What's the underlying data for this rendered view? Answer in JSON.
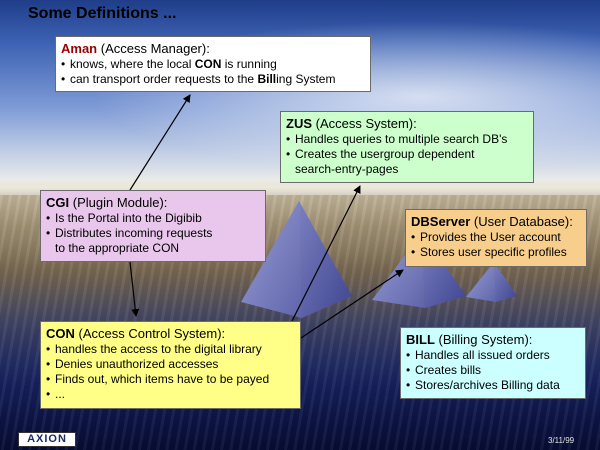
{
  "slide": {
    "title": "Some Definitions ...",
    "date": "3/11/99",
    "logo_text": "AXION"
  },
  "boxes": {
    "aman": {
      "name": "Aman",
      "desc": " (Access Manager):",
      "bullets": [
        [
          "knows, where the local ",
          "CON",
          " is running"
        ],
        [
          "can transport order requests to the ",
          "Bill",
          "ing System"
        ]
      ]
    },
    "zus": {
      "name": "ZUS",
      "desc": " (Access System):",
      "bullets": [
        "Handles queries to multiple search DB's",
        "Creates the usergroup dependent"
      ],
      "continuation": "search-entry-pages"
    },
    "cgi": {
      "name": "CGI",
      "desc": " (Plugin Module):",
      "bullets": [
        "Is the Portal into the Digibib",
        "Distributes incoming requests"
      ],
      "continuation": "to the appropriate CON"
    },
    "dbserver": {
      "name": "DBServer",
      "desc": " (User Database):",
      "bullets": [
        "Provides the User account",
        "Stores user specific profiles"
      ]
    },
    "con": {
      "name": "CON",
      "desc": " (Access Control System):",
      "bullets": [
        "handles the access to the digital library",
        "Denies unauthorized accesses",
        "Finds out, which items have to be payed",
        "..."
      ]
    },
    "bill": {
      "name": "BILL",
      "desc": " (Billing System):",
      "bullets": [
        "Handles all issued orders",
        "Creates bills",
        "Stores/archives Billing data"
      ]
    }
  },
  "colors": {
    "aman_name": "#990000",
    "zus_bg": "#ccffcc",
    "cgi_bg": "#e9c6ec",
    "dbserver_bg": "#f7ce8c",
    "con_bg": "#ffff88",
    "bill_bg": "#ccffff",
    "pyramid": "#8a8fc8"
  }
}
